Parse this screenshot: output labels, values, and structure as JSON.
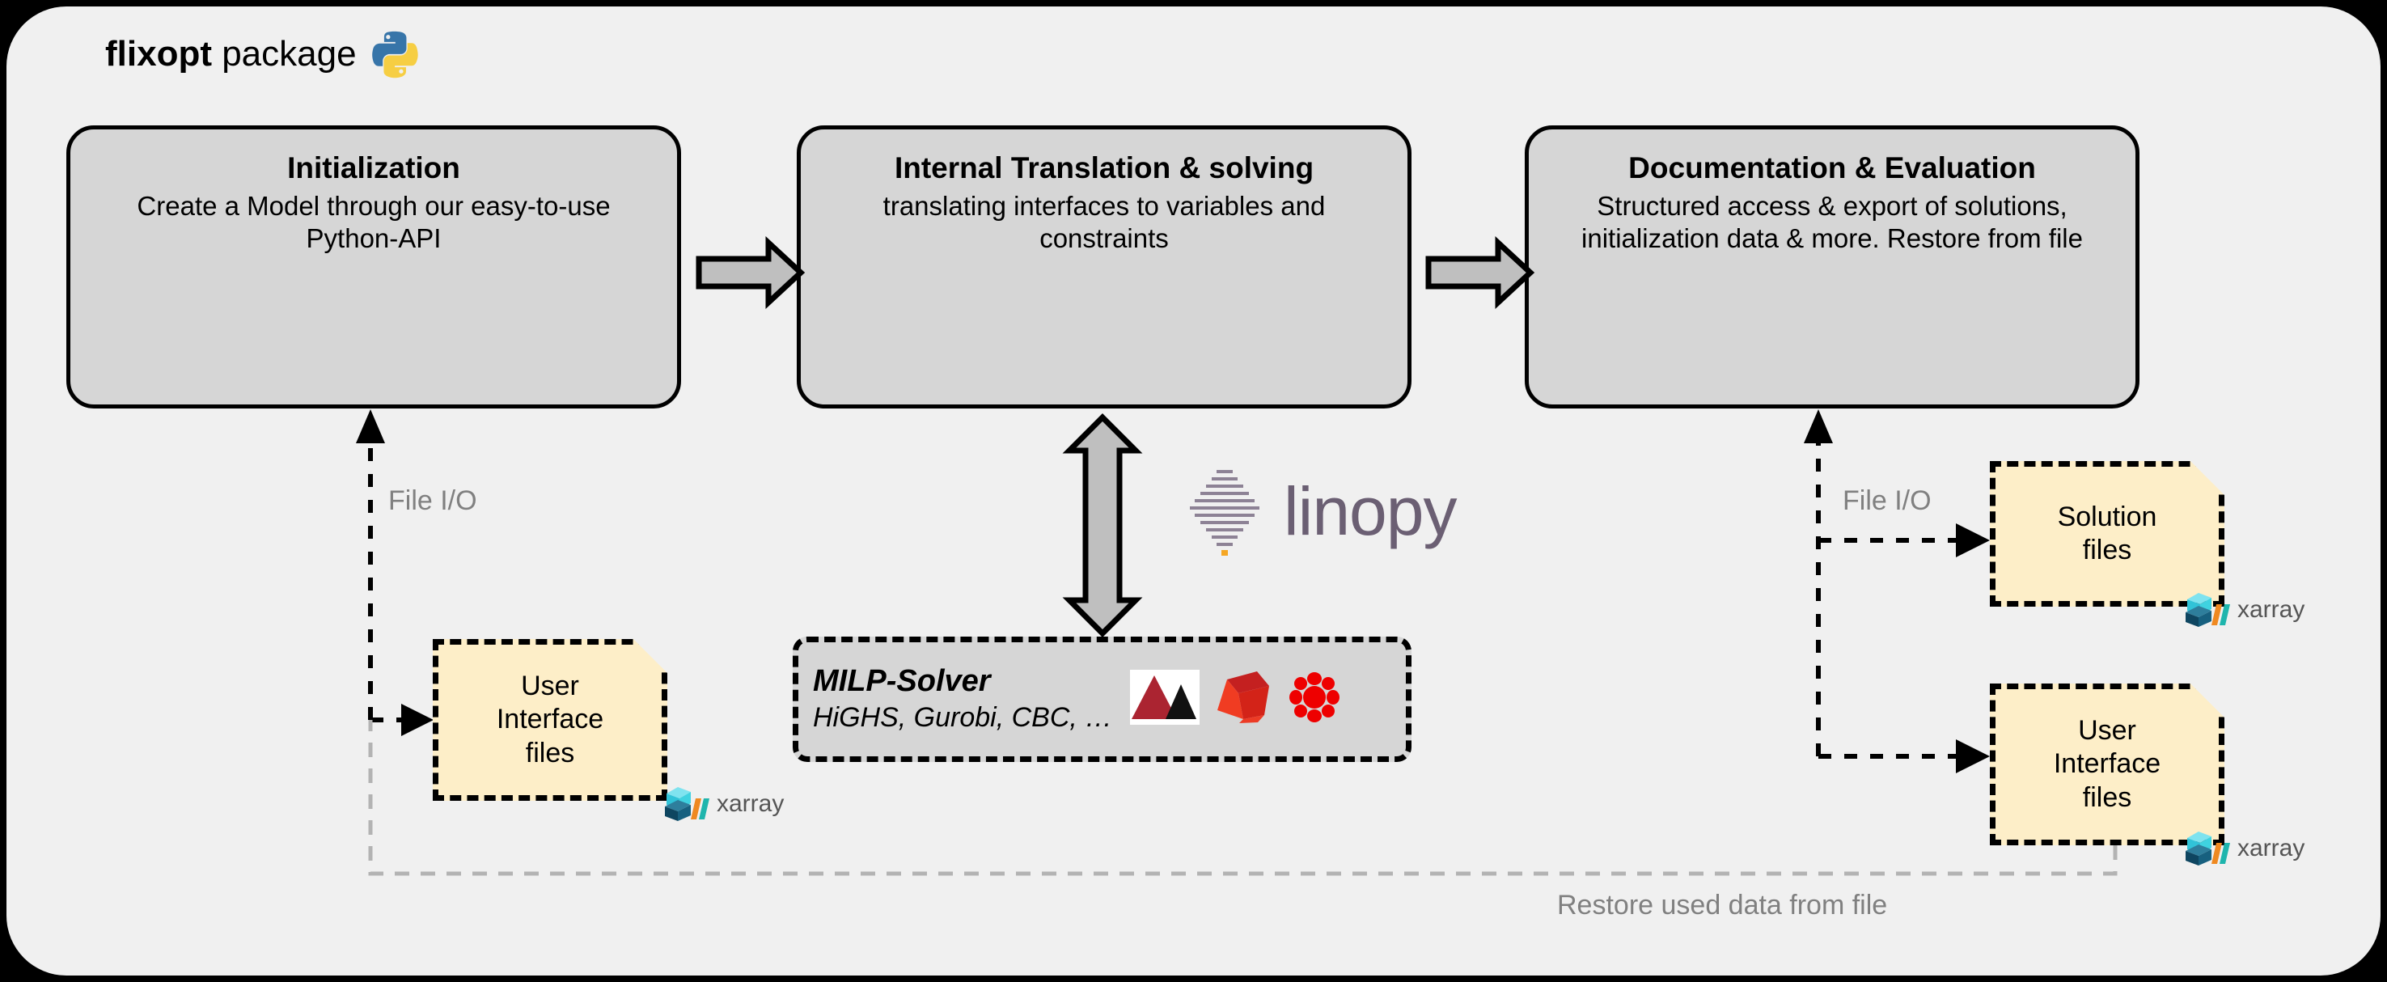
{
  "page": {
    "frame_bg": "#f0f0f0",
    "outer_bg": "#000000",
    "stage_fill": "#d6d6d6",
    "file_fill": "#fdeec8",
    "gray_text": "#808080",
    "linopy_color": "#6b5f73",
    "xarray_text": "#555555"
  },
  "header": {
    "title_bold": "flixopt",
    "title_regular": " package",
    "logo": "python-logo"
  },
  "stages": [
    {
      "id": "initialization",
      "title": "Initialization",
      "description": "Create a Model through our easy-to-use Python-API"
    },
    {
      "id": "translation",
      "title": "Internal Translation & solving",
      "description": "translating interfaces to variables and constraints"
    },
    {
      "id": "documentation",
      "title": "Documentation & Evaluation",
      "description": "Structured access & export of solutions, initialization data & more. Restore from file"
    }
  ],
  "solver": {
    "title": "MILP-Solver",
    "subtitle": "HiGHS, Gurobi, CBC, …",
    "logos": [
      "highs-logo",
      "gurobi-logo",
      "cbc-logo"
    ]
  },
  "linopy": {
    "word": "linopy",
    "mark": "linopy-striped-diamond-icon"
  },
  "files": {
    "left_user_interface": {
      "line1": "User",
      "line2": "Interface",
      "line3": "files",
      "badge": "xarray"
    },
    "solution": {
      "line1": "Solution",
      "line2": "files",
      "badge": "xarray"
    },
    "right_user_interface": {
      "line1": "User",
      "line2": "Interface",
      "line3": "files",
      "badge": "xarray"
    }
  },
  "labels": {
    "file_io_left": "File I/O",
    "file_io_right": "File I/O",
    "restore": "Restore used data from file"
  },
  "connectors": [
    {
      "name": "arrow-init-to-translation",
      "type": "block-arrow",
      "direction": "right"
    },
    {
      "name": "arrow-translation-to-documentation",
      "type": "block-arrow",
      "direction": "right"
    },
    {
      "name": "arrow-translation-to-solver",
      "type": "block-arrow",
      "direction": "vertical-double"
    },
    {
      "name": "dashed-file-io-left",
      "type": "dashed",
      "direction": "up-and-right"
    },
    {
      "name": "dashed-file-io-right",
      "type": "dashed",
      "direction": "up-and-right"
    },
    {
      "name": "dashed-restore-path",
      "type": "dashed-gray",
      "direction": "right-to-left"
    }
  ]
}
